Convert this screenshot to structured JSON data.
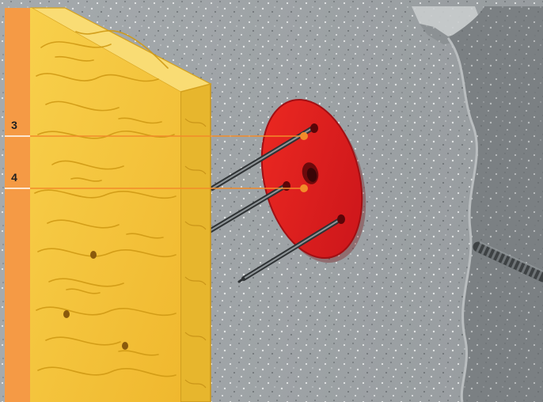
{
  "callouts": [
    {
      "label": "3",
      "refers_to": "insulation-anchor-pin"
    },
    {
      "label": "4",
      "refers_to": "anchor-washer-disc"
    }
  ],
  "colors": {
    "side_band": "#f59a45",
    "insulation_board": "#f4c23a",
    "insulation_fibers": "#d09a14",
    "wall_surface": "#9ea3a6",
    "anchor_washer": "#e0191d",
    "leader_line": "#f28b2a"
  }
}
